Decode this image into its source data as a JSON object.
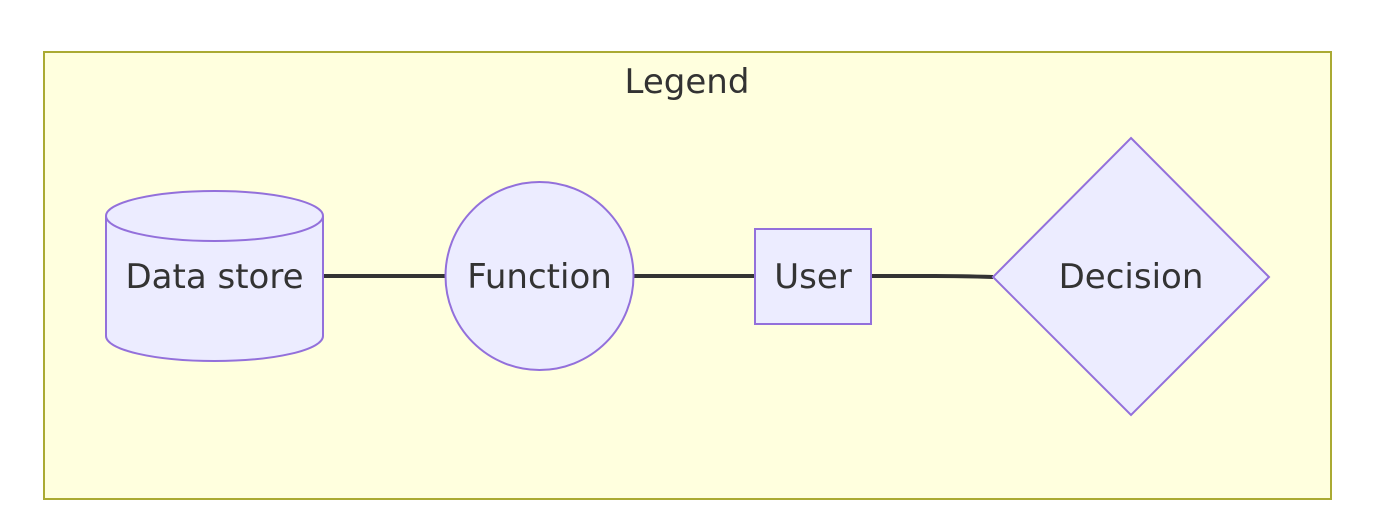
{
  "colors": {
    "group_fill": "#ffffde",
    "group_stroke": "#aaaa33",
    "node_fill": "#ececff",
    "node_stroke": "#9370db",
    "edge_stroke": "#333333",
    "text": "#333333"
  },
  "legend": {
    "title": "Legend"
  },
  "nodes": {
    "data_store": {
      "label": "Data store",
      "shape": "cylinder"
    },
    "function": {
      "label": "Function",
      "shape": "circle"
    },
    "user": {
      "label": "User",
      "shape": "rectangle"
    },
    "decision": {
      "label": "Decision",
      "shape": "diamond"
    }
  },
  "edges": [
    {
      "from": "Data store",
      "to": "Function"
    },
    {
      "from": "Function",
      "to": "User"
    },
    {
      "from": "User",
      "to": "Decision"
    }
  ]
}
